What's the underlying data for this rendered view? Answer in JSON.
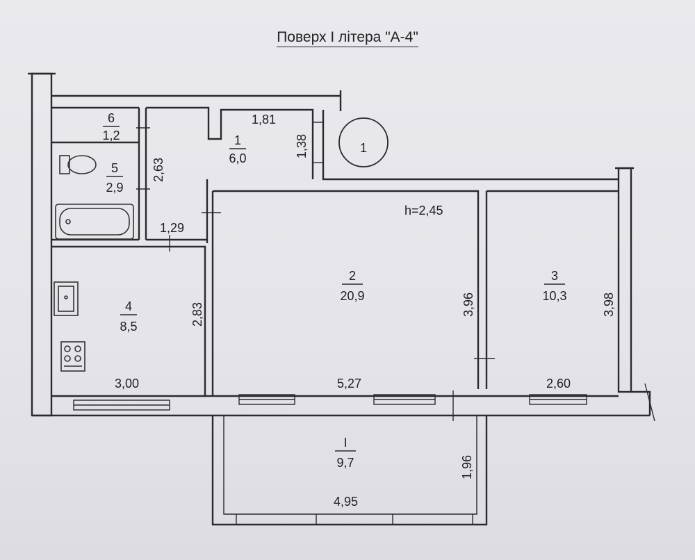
{
  "title": "Поверх І літера \"А-4\"",
  "plan_number": "1",
  "height_note": "h=2,45",
  "rooms": [
    {
      "id": "room-1",
      "number": "1",
      "area": "6,0"
    },
    {
      "id": "room-2",
      "number": "2",
      "area": "20,9"
    },
    {
      "id": "room-3",
      "number": "3",
      "area": "10,3"
    },
    {
      "id": "room-4",
      "number": "4",
      "area": "8,5"
    },
    {
      "id": "room-5",
      "number": "5",
      "area": "2,9"
    },
    {
      "id": "room-6",
      "number": "6",
      "area": "1,2"
    },
    {
      "id": "balcony",
      "number": "І",
      "area": "9,7"
    }
  ],
  "dimensions": {
    "d181": "1,81",
    "d138": "1,38",
    "d263": "2,63",
    "d129": "1,29",
    "d283": "2,83",
    "d300": "3,00",
    "d527": "5,27",
    "d396": "3,96",
    "d260": "2,60",
    "d398": "3,98",
    "d196": "1,96",
    "d495": "4,95"
  }
}
